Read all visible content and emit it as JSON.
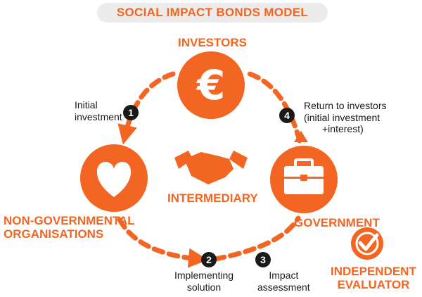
{
  "title": "SOCIAL IMPACT BONDS MODEL",
  "colors": {
    "accent": "#f26522",
    "step_badge": "#1a1a1a",
    "title_pill": "#ececec"
  },
  "nodes": {
    "investors": {
      "label": "INVESTORS",
      "icon": "euro-icon",
      "glyph": "€"
    },
    "ngo": {
      "label_line1": "NON-GOVERNMENTAL",
      "label_line2": "ORGANISATIONS",
      "icon": "heart-icon"
    },
    "government": {
      "label": "GOVERNMENT",
      "icon": "briefcase-icon"
    },
    "intermediary": {
      "label": "INTERMEDIARY",
      "icon": "handshake-icon"
    },
    "evaluator": {
      "label_line1": "INDEPENDENT",
      "label_line2": "EVALUATOR",
      "icon": "checkmark-icon"
    }
  },
  "steps": [
    {
      "number": "1",
      "line1": "Initial",
      "line2": "investment"
    },
    {
      "number": "2",
      "line1": "Implementing",
      "line2": "solution"
    },
    {
      "number": "3",
      "line1": "Impact",
      "line2": "assessment"
    },
    {
      "number": "4",
      "line1": "Return to investors",
      "line2": "(initial investment",
      "line3": "+interest)"
    }
  ]
}
